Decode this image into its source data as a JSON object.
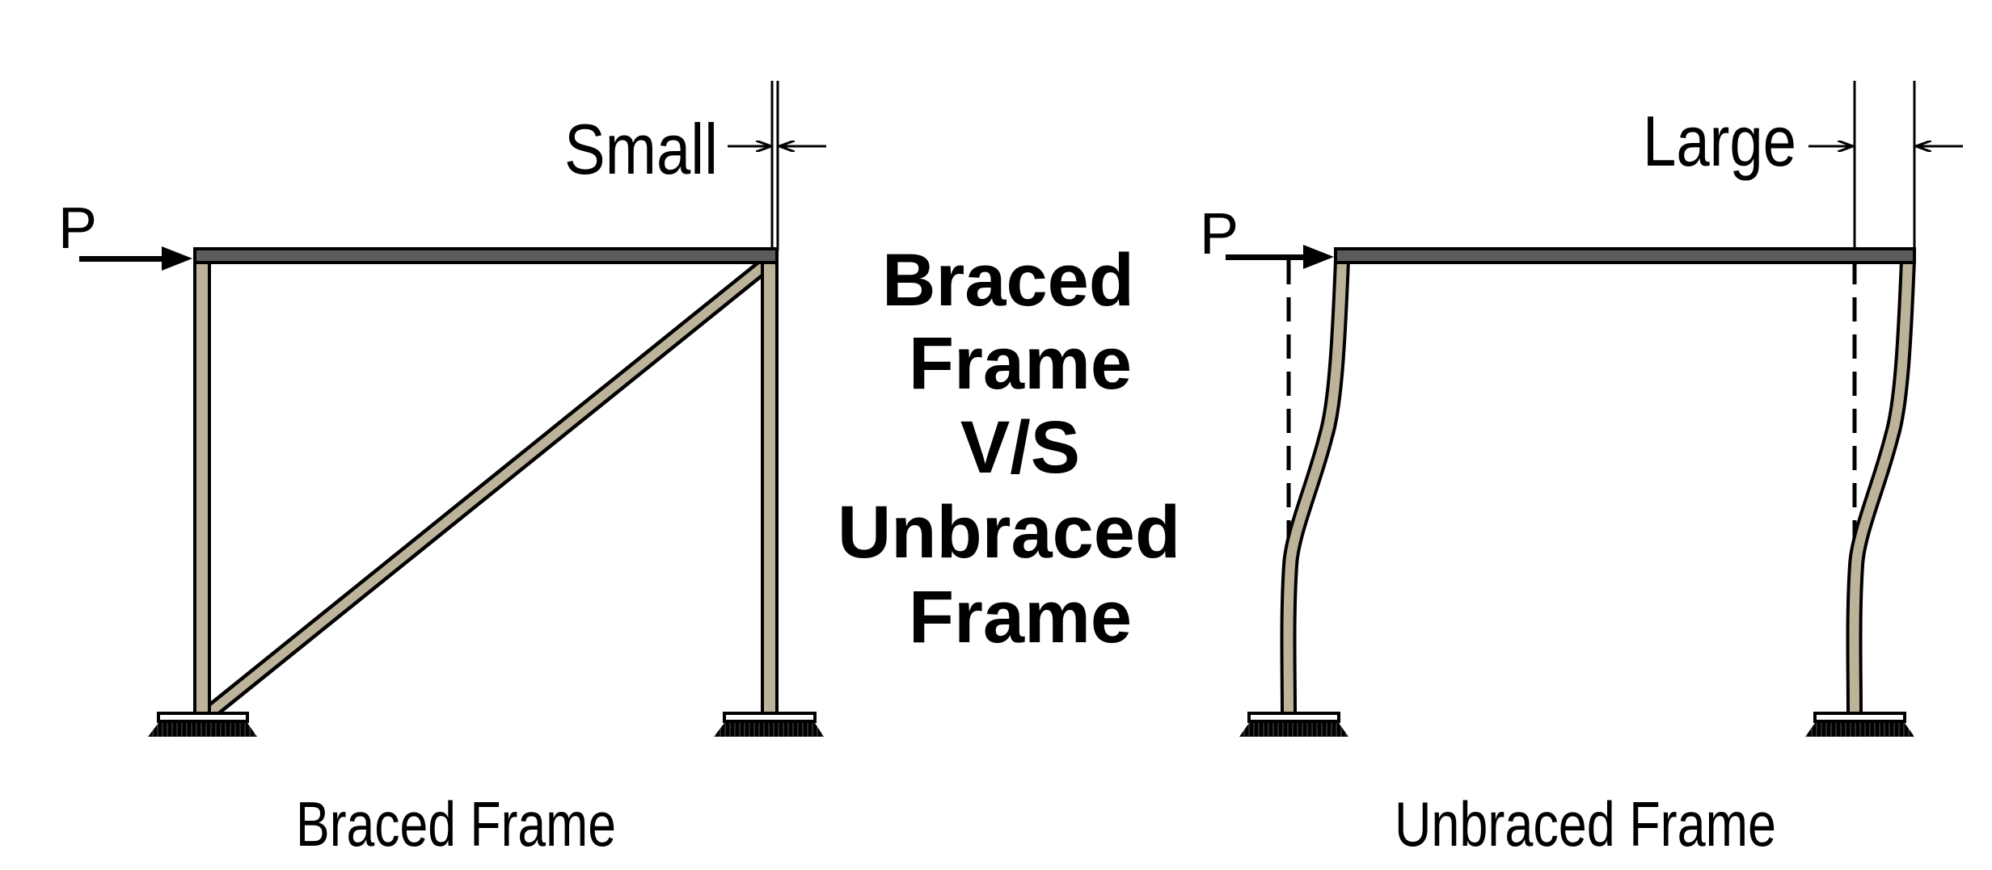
{
  "title": {
    "lines": [
      "Braced",
      "Frame",
      "V/S",
      "Unbraced",
      "Frame"
    ]
  },
  "braced_frame": {
    "caption": "Braced Frame",
    "load_label": "P",
    "drift_label": "Small"
  },
  "unbraced_frame": {
    "caption": "Unbraced Frame",
    "load_label": "P",
    "drift_label": "Large"
  },
  "colors": {
    "beam": "#5b5d5b",
    "member": "#bdb39b",
    "outline": "#000000",
    "background": "#ffffff"
  }
}
